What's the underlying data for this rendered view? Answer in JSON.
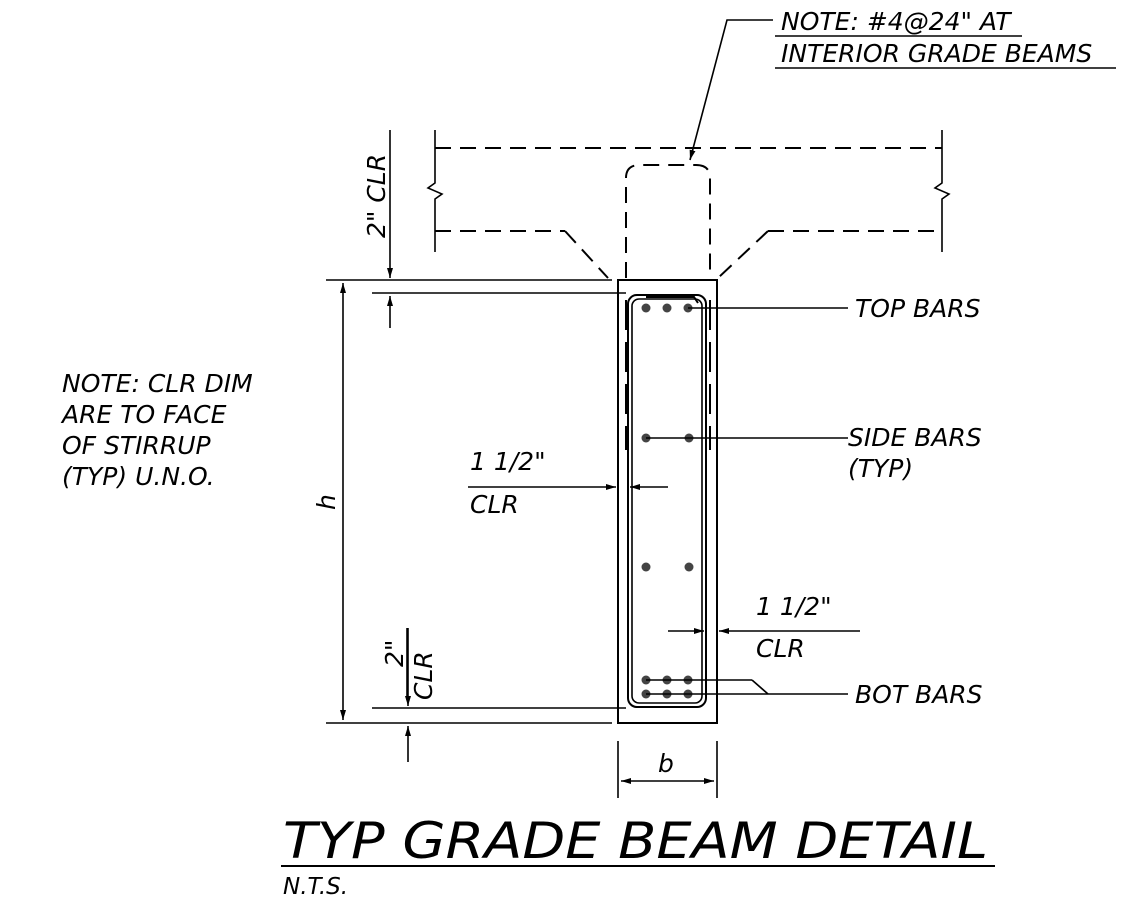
{
  "notes": {
    "top_line1": "NOTE: #4@24\" AT",
    "top_line2": "INTERIOR GRADE BEAMS",
    "left_line1": "NOTE: CLR DIM",
    "left_line2": "ARE TO FACE",
    "left_line3": "OF STIRRUP",
    "left_line4": "(TYP) U.N.O."
  },
  "labels": {
    "top_bars": "TOP BARS",
    "side_bars_line1": "SIDE BARS",
    "side_bars_line2": "(TYP)",
    "bot_bars": "BOT BARS"
  },
  "dims": {
    "top_clr": "2\" CLR",
    "bot_clr_num": "2\"",
    "bot_clr_word": "CLR",
    "h": "h",
    "b": "b",
    "left_side_num": "1 1/2\"",
    "left_side_word": "CLR",
    "right_side_num": "1 1/2\"",
    "right_side_word": "CLR"
  },
  "title": {
    "main": "TYP GRADE BEAM DETAIL",
    "scale": "N.T.S."
  }
}
